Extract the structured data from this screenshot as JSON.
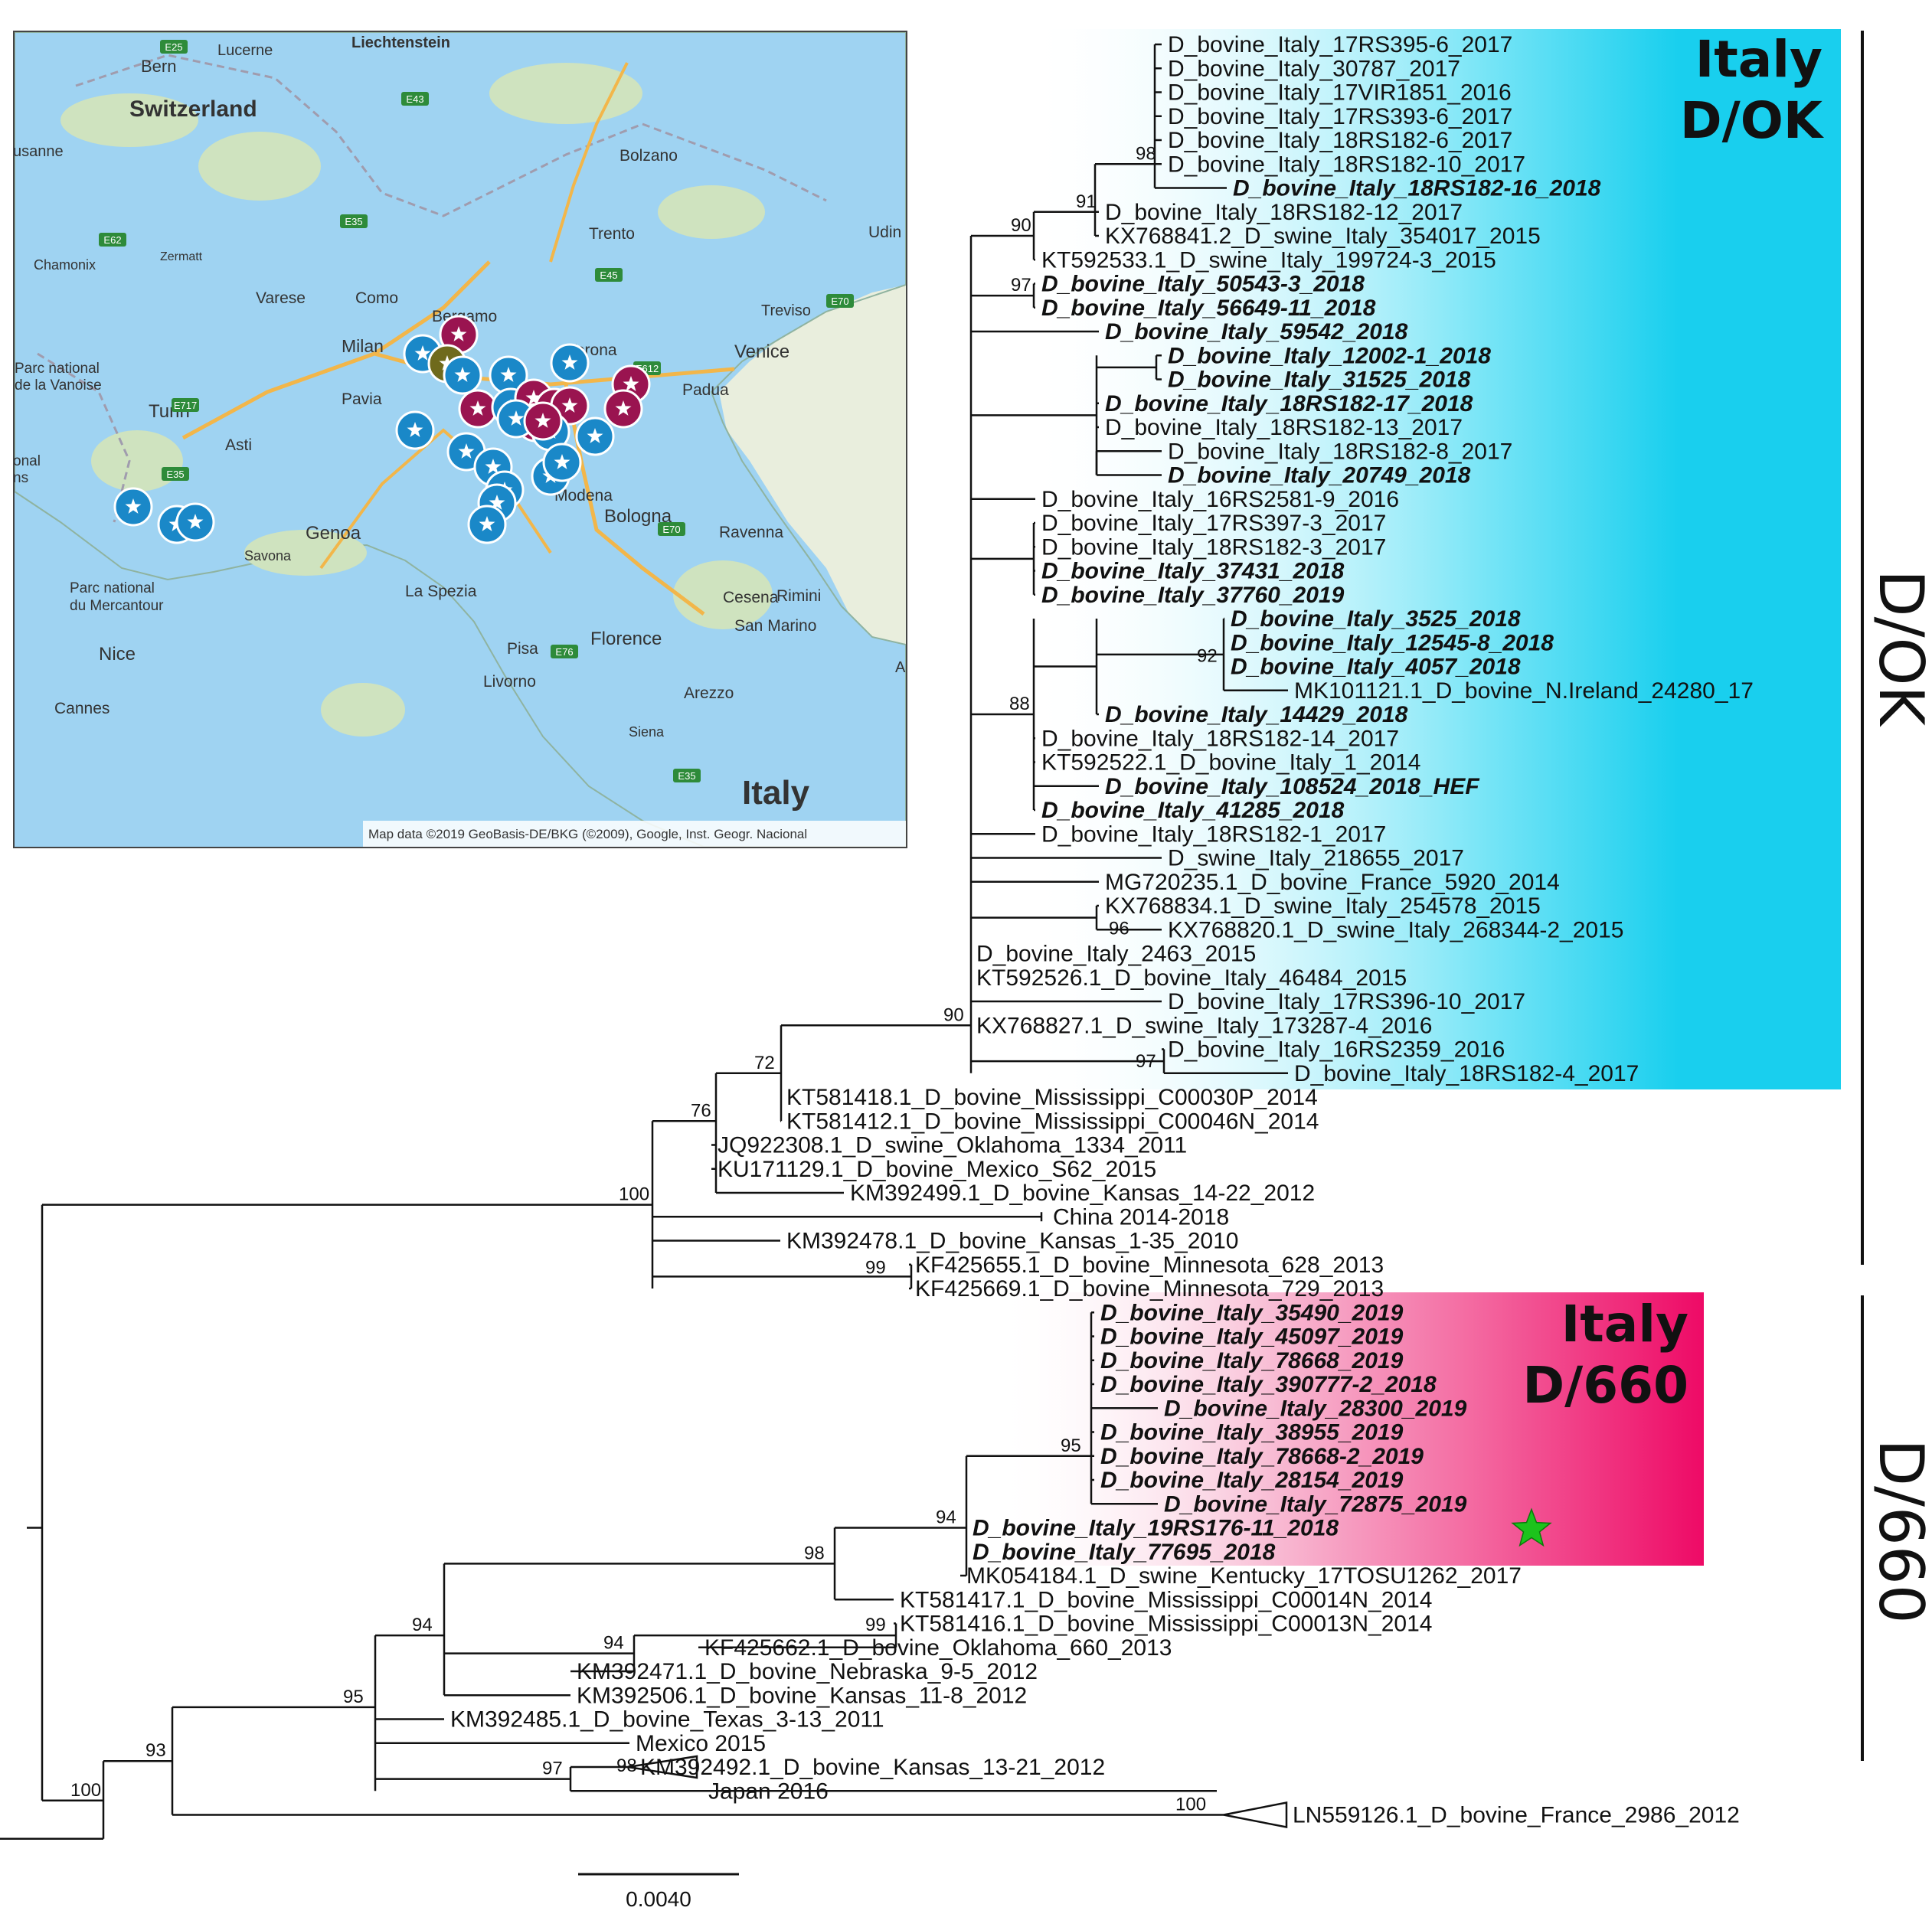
{
  "labels": {
    "italy": "Italy",
    "dok": "D/OK",
    "d660": "D/660",
    "scale": "0.0040"
  },
  "tips": [
    {
      "text": "D_bovine_Italy_17RS395-6_2017",
      "bold": false
    },
    {
      "text": "D_bovine_Italy_30787_2017",
      "bold": false
    },
    {
      "text": "D_bovine_Italy_17VIR1851_2016",
      "bold": false
    },
    {
      "text": "D_bovine_Italy_17RS393-6_2017",
      "bold": false
    },
    {
      "text": "D_bovine_Italy_18RS182-6_2017",
      "bold": false
    },
    {
      "text": "D_bovine_Italy_18RS182-10_2017",
      "bold": false
    },
    {
      "text": "D_bovine_Italy_18RS182-16_2018",
      "bold": true
    },
    {
      "text": "D_bovine_Italy_18RS182-12_2017",
      "bold": false
    },
    {
      "text": "KX768841.2_D_swine_Italy_354017_2015",
      "bold": false
    },
    {
      "text": "KT592533.1_D_swine_Italy_199724-3_2015",
      "bold": false
    },
    {
      "text": "D_bovine_Italy_50543-3_2018",
      "bold": true
    },
    {
      "text": "D_bovine_Italy_56649-11_2018",
      "bold": true
    },
    {
      "text": "D_bovine_Italy_59542_2018",
      "bold": true
    },
    {
      "text": "D_bovine_Italy_12002-1_2018",
      "bold": true
    },
    {
      "text": "D_bovine_Italy_31525_2018",
      "bold": true
    },
    {
      "text": "D_bovine_Italy_18RS182-17_2018",
      "bold": true
    },
    {
      "text": "D_bovine_Italy_18RS182-13_2017",
      "bold": false
    },
    {
      "text": "D_bovine_Italy_18RS182-8_2017",
      "bold": false
    },
    {
      "text": "D_bovine_Italy_20749_2018",
      "bold": true
    },
    {
      "text": "D_bovine_Italy_16RS2581-9_2016",
      "bold": false
    },
    {
      "text": "D_bovine_Italy_17RS397-3_2017",
      "bold": false
    },
    {
      "text": "D_bovine_Italy_18RS182-3_2017",
      "bold": false
    },
    {
      "text": "D_bovine_Italy_37431_2018",
      "bold": true
    },
    {
      "text": "D_bovine_Italy_37760_2019",
      "bold": true
    },
    {
      "text": "D_bovine_Italy_3525_2018",
      "bold": true
    },
    {
      "text": "D_bovine_Italy_12545-8_2018",
      "bold": true
    },
    {
      "text": "D_bovine_Italy_4057_2018",
      "bold": true
    },
    {
      "text": "MK101121.1_D_bovine_N.Ireland_24280_17",
      "bold": false
    },
    {
      "text": "D_bovine_Italy_14429_2018",
      "bold": true
    },
    {
      "text": "D_bovine_Italy_18RS182-14_2017",
      "bold": false
    },
    {
      "text": "KT592522.1_D_bovine_Italy_1_2014",
      "bold": false
    },
    {
      "text": "D_bovine_Italy_108524_2018_HEF",
      "bold": true
    },
    {
      "text": "D_bovine_Italy_41285_2018",
      "bold": true
    },
    {
      "text": "D_bovine_Italy_18RS182-1_2017",
      "bold": false
    },
    {
      "text": "D_swine_Italy_218655_2017",
      "bold": false
    },
    {
      "text": "MG720235.1_D_bovine_France_5920_2014",
      "bold": false
    },
    {
      "text": "KX768834.1_D_swine_Italy_254578_2015",
      "bold": false
    },
    {
      "text": "KX768820.1_D_swine_Italy_268344-2_2015",
      "bold": false
    },
    {
      "text": "D_bovine_Italy_2463_2015",
      "bold": false
    },
    {
      "text": "KT592526.1_D_bovine_Italy_46484_2015",
      "bold": false
    },
    {
      "text": "D_bovine_Italy_17RS396-10_2017",
      "bold": false
    },
    {
      "text": "KX768827.1_D_swine_Italy_173287-4_2016",
      "bold": false
    },
    {
      "text": "D_bovine_Italy_16RS2359_2016",
      "bold": false
    },
    {
      "text": "D_bovine_Italy_18RS182-4_2017",
      "bold": false
    },
    {
      "text": "KT581418.1_D_bovine_Mississippi_C00030P_2014",
      "bold": false
    },
    {
      "text": "KT581412.1_D_bovine_Mississippi_C00046N_2014",
      "bold": false
    },
    {
      "text": "JQ922308.1_D_swine_Oklahoma_1334_2011",
      "bold": false
    },
    {
      "text": "KU171129.1_D_bovine_Mexico_S62_2015",
      "bold": false
    },
    {
      "text": "KM392499.1_D_bovine_Kansas_14-22_2012",
      "bold": false
    },
    {
      "text": "China 2014-2018",
      "bold": false
    },
    {
      "text": "KM392478.1_D_bovine_Kansas_1-35_2010",
      "bold": false
    },
    {
      "text": "KF425655.1_D_bovine_Minnesota_628_2013",
      "bold": false
    },
    {
      "text": "KF425669.1_D_bovine_Minnesota_729_2013",
      "bold": false
    },
    {
      "text": "D_bovine_Italy_35490_2019",
      "bold": true
    },
    {
      "text": "D_bovine_Italy_45097_2019",
      "bold": true
    },
    {
      "text": "D_bovine_Italy_78668_2019",
      "bold": true
    },
    {
      "text": "D_bovine_Italy_390777-2_2018",
      "bold": true
    },
    {
      "text": "D_bovine_Italy_28300_2019",
      "bold": true
    },
    {
      "text": "D_bovine_Italy_38955_2019",
      "bold": true
    },
    {
      "text": "D_bovine_Italy_78668-2_2019",
      "bold": true
    },
    {
      "text": "D_bovine_Italy_28154_2019",
      "bold": true
    },
    {
      "text": "D_bovine_Italy_72875_2019",
      "bold": true
    },
    {
      "text": "D_bovine_Italy_19RS176-11_2018",
      "bold": true
    },
    {
      "text": "D_bovine_Italy_77695_2018",
      "bold": true
    },
    {
      "text": "MK054184.1_D_swine_Kentucky_17TOSU1262_2017",
      "bold": false
    },
    {
      "text": "KT581417.1_D_bovine_Mississippi_C00014N_2014",
      "bold": false
    },
    {
      "text": "KT581416.1_D_bovine_Mississippi_C00013N_2014",
      "bold": false
    },
    {
      "text": "KF425662.1_D_bovine_Oklahoma_660_2013",
      "bold": false
    },
    {
      "text": "KM392471.1_D_bovine_Nebraska_9-5_2012",
      "bold": false
    },
    {
      "text": "KM392506.1_D_bovine_Kansas_11-8_2012",
      "bold": false
    },
    {
      "text": "KM392485.1_D_bovine_Texas_3-13_2011",
      "bold": false
    },
    {
      "text": "Mexico 2015",
      "bold": false
    },
    {
      "text": "KM392492.1_D_bovine_Kansas_13-21_2012",
      "bold": false
    },
    {
      "text": "Japan 2016",
      "bold": false
    },
    {
      "text": "LN559126.1_D_bovine_France_2986_2012",
      "bold": false
    }
  ],
  "support": [
    "98",
    "91",
    "90",
    "97",
    "92",
    "88",
    "96",
    "90",
    "97",
    "72",
    "76",
    "100",
    "99",
    "95",
    "94",
    "98",
    "99",
    "94",
    "94",
    "95",
    "98",
    "97",
    "93",
    "100",
    "100"
  ],
  "map": {
    "labels": [
      "Liechtenstein",
      "Bern",
      "Lucerne",
      "Switzerland",
      "usanne",
      "Bolzano",
      "Trento",
      "Udin",
      "Chamonix",
      "Zermatt",
      "Varese",
      "Como",
      "Bergamo",
      "Treviso",
      "Milan",
      "Verona",
      "Venice",
      "Parc national",
      "de la Vanoise",
      "Pavia",
      "Padua",
      "Turin",
      "Asti",
      "onal",
      "ns",
      "Modena",
      "Bologna",
      "Genoa",
      "Ravenna",
      "Savona",
      "La Spezia",
      "Cesena",
      "Rimini",
      "Parc national",
      "du Mercantour",
      "San Marino",
      "Florence",
      "Pisa",
      "Nice",
      "Livorno",
      "Cannes",
      "Arezzo",
      "Siena",
      "A",
      "Italy"
    ],
    "roads": [
      "E25",
      "E43",
      "E35",
      "E62",
      "E45",
      "E70",
      "E612",
      "E717",
      "E35",
      "E70",
      "E76",
      "E35"
    ],
    "attribution": "Map data ©2019 GeoBasis-DE/BKG (©2009), Google, Inst. Geogr. Nacional",
    "colors": {
      "blue": "#1a88c8",
      "maroon": "#9a1450",
      "olive": "#6f6a1c",
      "sea": "#9fd3f2",
      "land": "#e9eedd"
    }
  },
  "colors": {
    "dok_highlight": "#19cfee",
    "d660_highlight": "#ee0a66",
    "star": "#1cc31c"
  }
}
